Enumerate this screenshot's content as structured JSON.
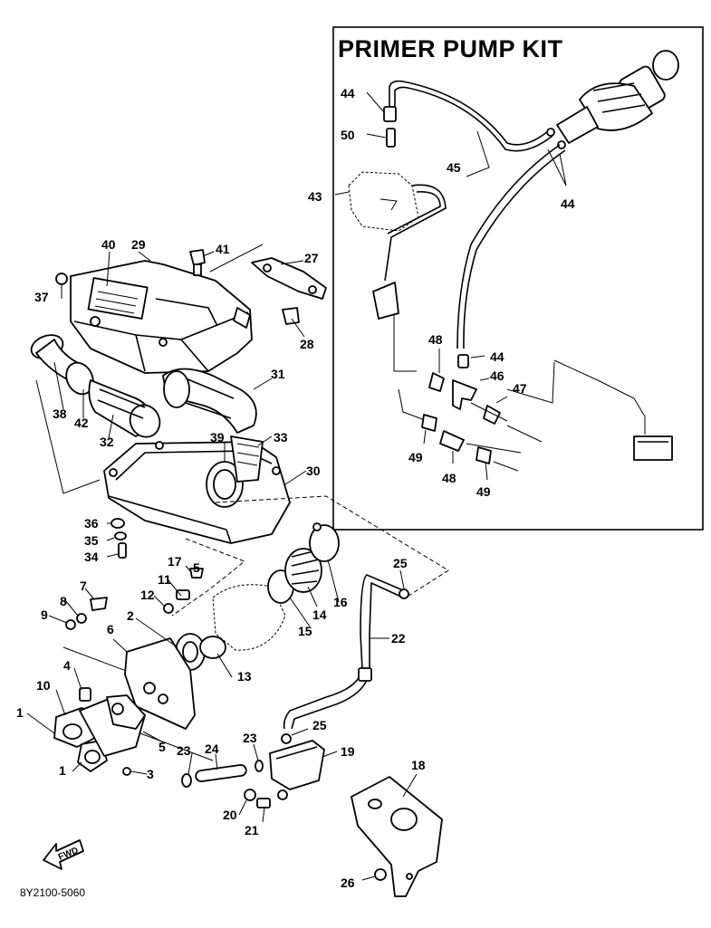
{
  "kit": {
    "title": "PRIMER PUMP KIT"
  },
  "drawing_code": "8Y2100-5060",
  "forward_label": "FWD",
  "callouts": {
    "n1a": "1",
    "n1b": "1",
    "n2": "2",
    "n3": "3",
    "n4": "4",
    "n5": "5",
    "n5b": "5",
    "n6": "6",
    "n7": "7",
    "n8": "8",
    "n9": "9",
    "n10": "10",
    "n11": "11",
    "n12": "12",
    "n13": "13",
    "n14": "14",
    "n15": "15",
    "n16": "16",
    "n17": "17",
    "n18": "18",
    "n19": "19",
    "n20": "20",
    "n21": "21",
    "n22": "22",
    "n23a": "23",
    "n23b": "23",
    "n24": "24",
    "n25a": "25",
    "n25b": "25",
    "n26": "26",
    "n27": "27",
    "n28": "28",
    "n29": "29",
    "n30": "30",
    "n31": "31",
    "n32": "32",
    "n33": "33",
    "n34": "34",
    "n35": "35",
    "n36": "36",
    "n37": "37",
    "n38": "38",
    "n39": "39",
    "n40": "40",
    "n41": "41",
    "n42": "42",
    "n43": "43",
    "n44a": "44",
    "n44b": "44",
    "n44c": "44",
    "n45": "45",
    "n46": "46",
    "n47": "47",
    "n48a": "48",
    "n48b": "48",
    "n49a": "49",
    "n49b": "49",
    "n50": "50"
  }
}
